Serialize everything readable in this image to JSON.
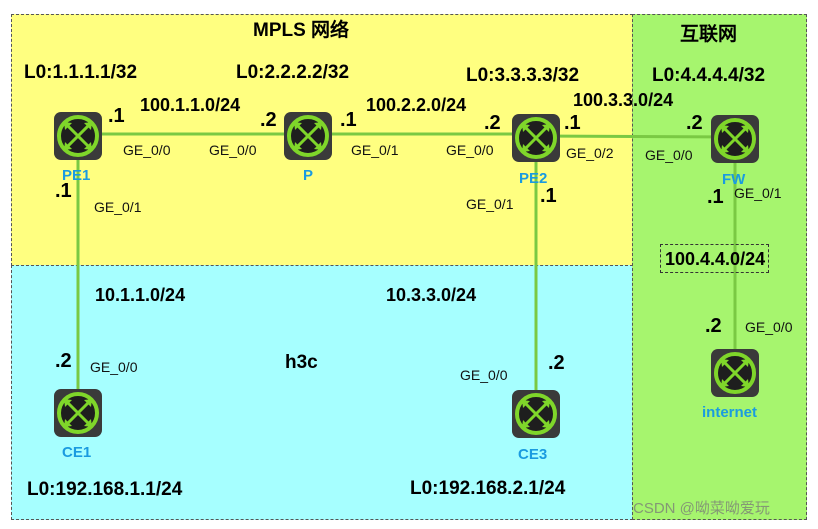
{
  "zones": {
    "mpls": {
      "label": "MPLS 网络",
      "color": "#ffff80"
    },
    "internet": {
      "label": "互联网",
      "color": "#a6f56e"
    },
    "customer": {
      "label": "h3c",
      "color": "#a6ffff"
    }
  },
  "colors": {
    "link": "#7ac943",
    "router_body": "#3a3a3a",
    "router_ring": "#7fd62a",
    "node_label": "#1a9be0"
  },
  "nodes": {
    "pe1": {
      "name": "PE1",
      "loopback": "L0:1.1.1.1/32"
    },
    "p": {
      "name": "P",
      "loopback": "L0:2.2.2.2/32"
    },
    "pe2": {
      "name": "PE2",
      "loopback": "L0:3.3.3.3/32"
    },
    "fw": {
      "name": "FW",
      "loopback": "L0:4.4.4.4/32"
    },
    "ce1": {
      "name": "CE1",
      "loopback": "L0:192.168.1.1/24"
    },
    "ce3": {
      "name": "CE3",
      "loopback": "L0:192.168.2.1/24"
    },
    "internet": {
      "name": "internet"
    }
  },
  "links": [
    {
      "id": "pe1-p",
      "subnet": "100.1.1.0/24",
      "a": {
        "host": ".1",
        "iface": "GE_0/0"
      },
      "b": {
        "host": ".2",
        "iface": "GE_0/0"
      }
    },
    {
      "id": "p-pe2",
      "subnet": "100.2.2.0/24",
      "a": {
        "host": ".1",
        "iface": "GE_0/1"
      },
      "b": {
        "host": ".2",
        "iface": "GE_0/0"
      }
    },
    {
      "id": "pe2-fw",
      "subnet": "100.3.3.0/24",
      "a": {
        "host": ".1",
        "iface": "GE_0/2"
      },
      "b": {
        "host": ".2",
        "iface": "GE_0/0"
      }
    },
    {
      "id": "pe1-ce1",
      "subnet": "10.1.1.0/24",
      "a": {
        "host": ".1",
        "iface": "GE_0/1"
      },
      "b": {
        "host": ".2",
        "iface": "GE_0/0"
      }
    },
    {
      "id": "pe2-ce3",
      "subnet": "10.3.3.0/24",
      "a": {
        "host": ".1",
        "iface": "GE_0/1"
      },
      "b": {
        "host": ".2",
        "iface": "GE_0/0"
      }
    },
    {
      "id": "fw-internet",
      "subnet": "100.4.4.0/24",
      "a": {
        "host": ".1",
        "iface": "GE_0/1"
      },
      "b": {
        "host": ".2",
        "iface": "GE_0/0"
      }
    }
  ],
  "watermark": "CSDN @呦菜呦爱玩"
}
